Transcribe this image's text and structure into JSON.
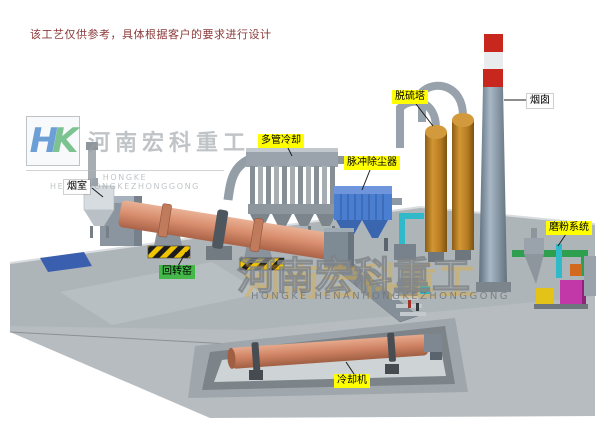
{
  "disclaimer": "该工艺仅供参考，具体根据客户的要求进行设计",
  "logo": {
    "hk_h": "H",
    "hk_k": "K",
    "company_cn": "河南宏科重工",
    "company_en": "HONGKE HENANHONGKEZHONGGONG"
  },
  "watermark": {
    "text_cn": "河南宏科重工",
    "text_en": "HONGKE HENANHONGKEZHONGGONG"
  },
  "labels": {
    "smoke_chamber": "烟室",
    "rotary_kiln": "回转窑",
    "multi_tube_cooler": "多管冷却",
    "pulse_dust_collector": "脉冲除尘器",
    "desulfurization_tower": "脱硫塔",
    "chimney": "烟囱",
    "grinding_system": "磨粉系统",
    "cooling_machine": "冷却机"
  },
  "colors": {
    "kiln": "#d98f6f",
    "kiln-dark": "#aa6247",
    "collector-blue": "#4a7ed0",
    "tower-orange": "#bf8428",
    "chimney-red": "#c8271d",
    "steel": "#97a0a8",
    "platform": "#b4babe",
    "label-yellow": "#ffff00",
    "label-green": "#44b849",
    "accent-cyan": "#2fb9c9",
    "pipe-green": "#2e9e4f",
    "magenta": "#c238a8",
    "blue-mat": "#3a5fae",
    "disclaimer": "#8b3a3a"
  }
}
